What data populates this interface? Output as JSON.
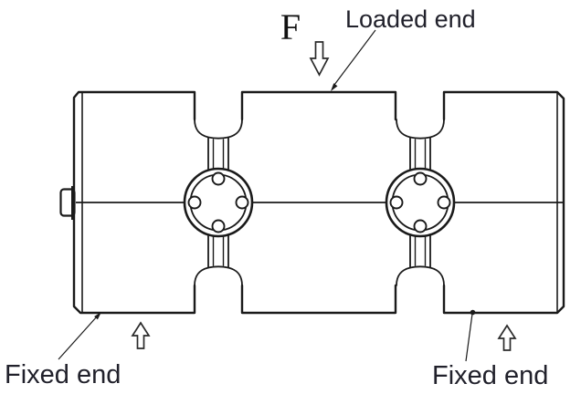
{
  "diagram": {
    "type": "engineering-line-drawing",
    "subject": "dual-shear-beam load cell side view with loading annotations",
    "labels": {
      "force": "F",
      "loaded_end": "Loaded end",
      "fixed_end_left": "Fixed end",
      "fixed_end_right": "Fixed end"
    },
    "icons": {
      "force_arrow": "hollow-down-arrow-icon",
      "reaction_arrow_left": "hollow-up-arrow-icon",
      "reaction_arrow_right": "hollow-up-arrow-icon",
      "loaded_leader": "leader-line-with-arrowhead",
      "fixed_left_leader": "leader-line-with-arrowhead",
      "fixed_right_leader": "leader-line-with-dot"
    },
    "colors": {
      "background": "#ffffff",
      "line": "#1a1a1a",
      "text": "#21212b"
    }
  }
}
